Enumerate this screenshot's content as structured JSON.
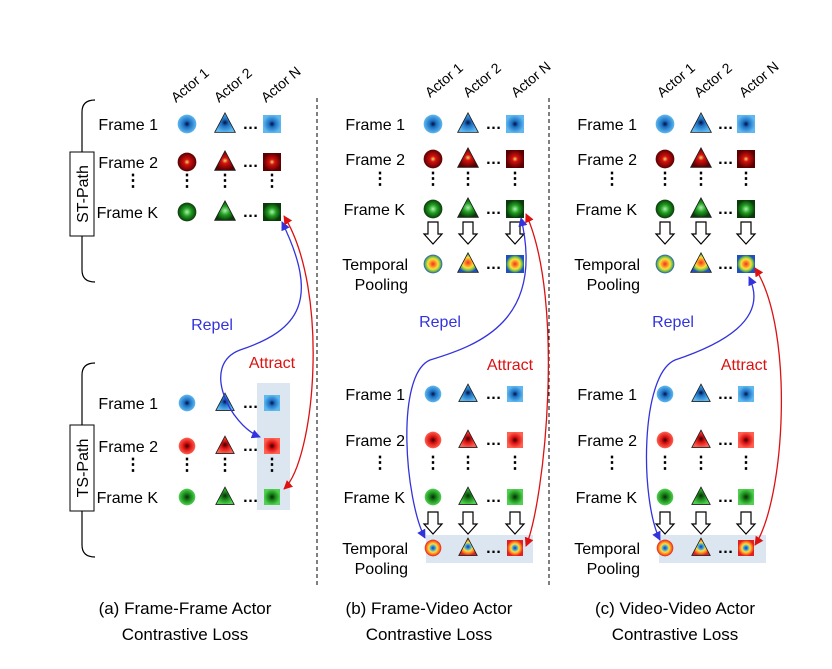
{
  "actor_headers": [
    "Actor 1",
    "Actor 2",
    "Actor N"
  ],
  "frame_labels": [
    "Frame 1",
    "Frame 2",
    "Frame K"
  ],
  "ellipsis": "…",
  "vellipsis": "⋮",
  "path_labels": {
    "st": "ST-Path",
    "ts": "TS-Path"
  },
  "pooling_label": [
    "Temporal",
    "Pooling"
  ],
  "repel": "Repel",
  "attract": "Attract",
  "captions": [
    {
      "line1": "(a) Frame-Frame Actor",
      "line2": "Contrastive Loss"
    },
    {
      "line1": "(b) Frame-Video Actor",
      "line2": "Contrastive Loss"
    },
    {
      "line1": "(c) Video-Video Actor",
      "line2": "Contrastive Loss"
    }
  ],
  "colors": {
    "repel": "#3333dd",
    "attract": "#dd1111",
    "highlight": "#dce6f1"
  }
}
